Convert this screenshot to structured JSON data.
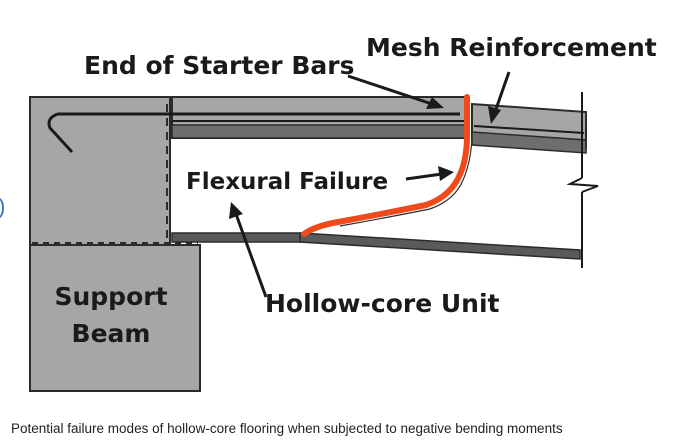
{
  "labels": {
    "end_of_starter_bars": "End of Starter Bars",
    "mesh_reinforcement": "Mesh Reinforcement",
    "flexural_failure": "Flexural Failure",
    "hollow_core_unit": "Hollow-core Unit",
    "support_line1": "Support",
    "support_line2": "Beam"
  },
  "caption": "Potential failure modes of hollow-core flooring when subjected to negative bending moments",
  "colors": {
    "concrete": "#a6a6a6",
    "concrete_outline": "#2b2b2b",
    "crack": "#ee4a1c",
    "text": "#1a1a1a"
  }
}
